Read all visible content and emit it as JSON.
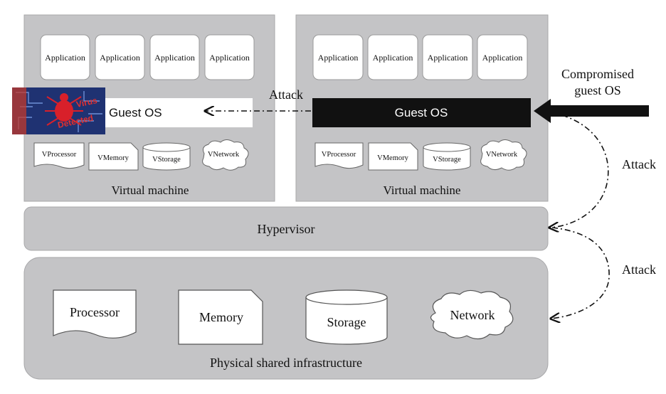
{
  "vm_left": {
    "applications": [
      "Application",
      "Application",
      "Application",
      "Application"
    ],
    "guest_os": "Guest OS",
    "virtual_resources": [
      "VProcessor",
      "VMemory",
      "VStorage",
      "VNetwork"
    ],
    "label": "Virtual machine",
    "virus_badge": [
      "Virus",
      "Detected"
    ]
  },
  "vm_right": {
    "applications": [
      "Application",
      "Application",
      "Application",
      "Application"
    ],
    "guest_os": "Guest OS",
    "virtual_resources": [
      "VProcessor",
      "VMemory",
      "VStorage",
      "VNetwork"
    ],
    "label": "Virtual machine"
  },
  "hypervisor": {
    "label": "Hypervisor"
  },
  "physical": {
    "resources": [
      "Processor",
      "Memory",
      "Storage",
      "Network"
    ],
    "label": "Physical shared infrastructure"
  },
  "annotations": {
    "compromised": [
      "Compromised",
      "guest OS"
    ],
    "attack_vm": "Attack",
    "attack_hypervisor": "Attack",
    "attack_physical": "Attack"
  },
  "colors": {
    "panel": "#c4c4c6",
    "panel_stroke": "#a8a8aa",
    "box_fill": "#ffffff",
    "compromised_fill": "#111111",
    "arrow": "#111111",
    "virus_bg": "#1f3272",
    "virus_red": "#d8202a"
  }
}
